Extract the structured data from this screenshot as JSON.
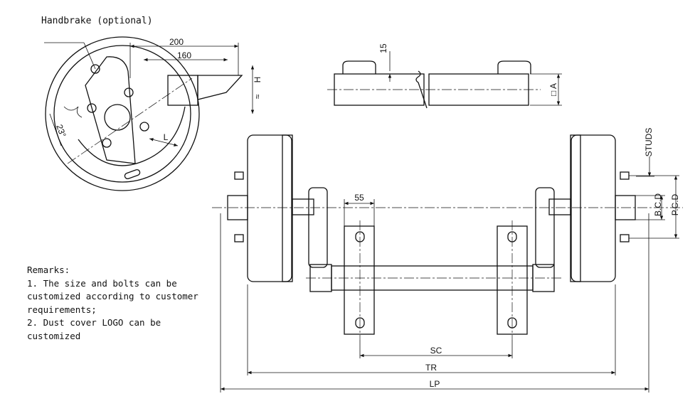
{
  "title": "Handbrake (optional)",
  "remarks": [
    "Remarks:",
    "1. The size and bolts can be",
    "customized according to customer",
    "requirements;",
    "2. Dust cover LOGO can be",
    "customized"
  ],
  "dims": {
    "d200": "200",
    "d160": "160",
    "h": "H",
    "approx": "≈",
    "angle": "23°",
    "l": "L",
    "d15": "15",
    "a": "□ A",
    "studs": "STUDS",
    "bcd": "B.C.D",
    "pcd": "P.C.D",
    "d55": "55",
    "sc": "SC",
    "tr": "TR",
    "lp": "LP"
  }
}
